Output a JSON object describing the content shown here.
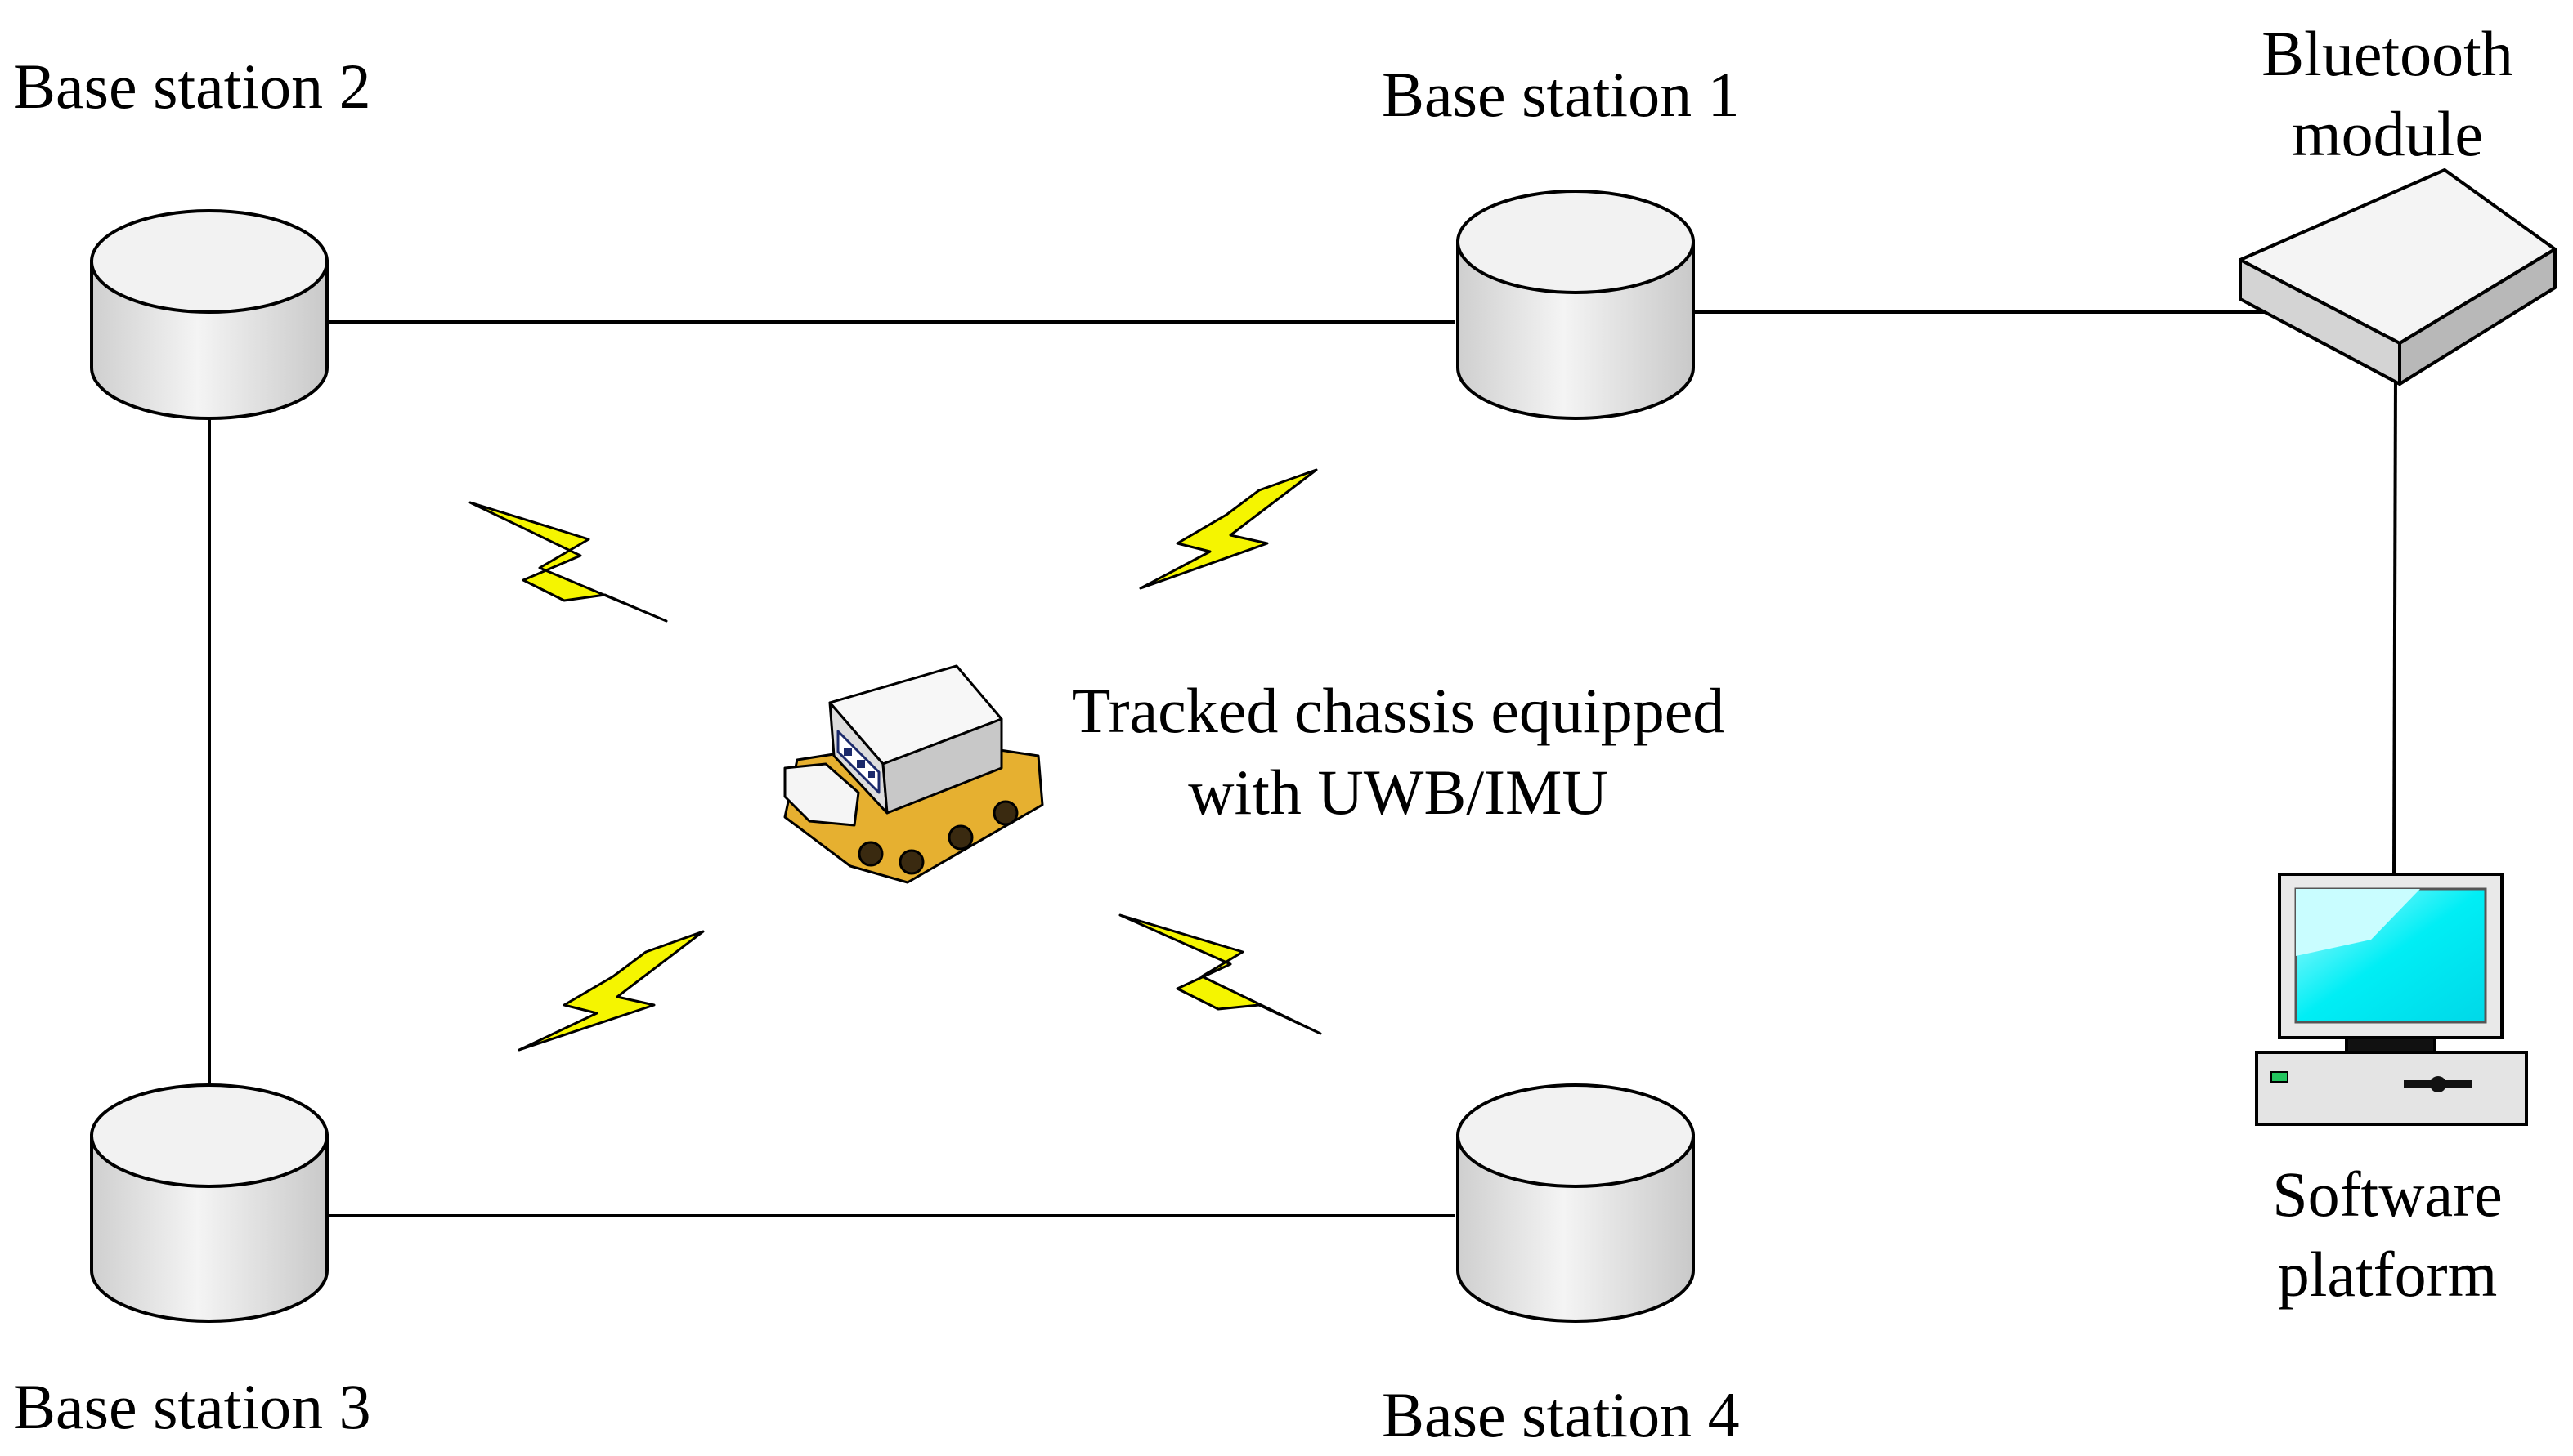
{
  "diagram": {
    "base_station_1": "Base station 1",
    "base_station_2": "Base station 2",
    "base_station_3": "Base station 3",
    "base_station_4": "Base station 4",
    "bluetooth_line1": "Bluetooth",
    "bluetooth_line2": "module",
    "vehicle_line1": "Tracked chassis equipped",
    "vehicle_line2": "with UWB/IMU",
    "software_line1": "Software",
    "software_line2": "platform"
  },
  "icons": {
    "base_station": "cylinder-icon",
    "bluetooth_module": "router-box-icon",
    "software_platform": "desktop-computer-icon",
    "vehicle": "tracked-robot-icon",
    "signal": "lightning-bolt-icon"
  },
  "colors": {
    "cylinder_fill": "#e6e6e6",
    "bolt_fill": "#f5f500",
    "screen_fill": "#00e8f0",
    "track_fill": "#e6b030"
  }
}
